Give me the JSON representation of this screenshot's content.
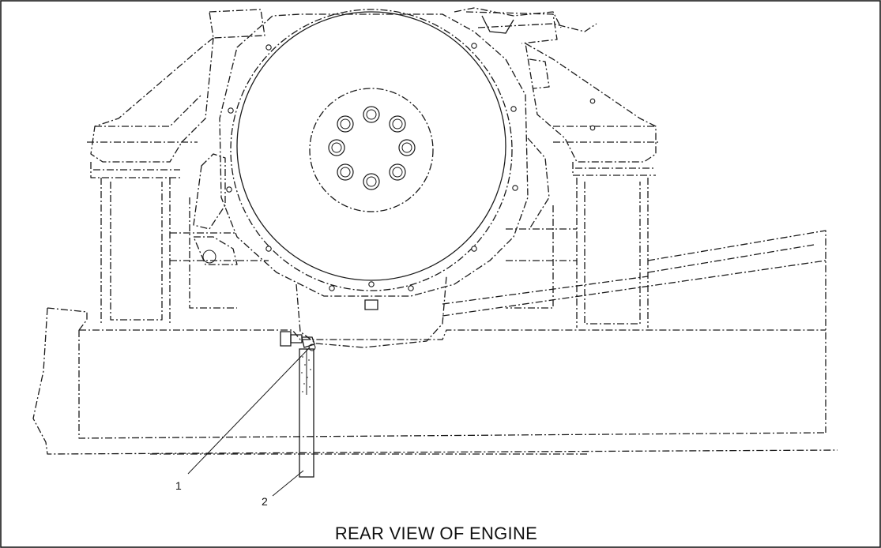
{
  "diagram": {
    "caption": "REAR VIEW OF ENGINE",
    "callouts": [
      {
        "id": "1",
        "label": "1"
      },
      {
        "id": "2",
        "label": "2"
      }
    ]
  }
}
